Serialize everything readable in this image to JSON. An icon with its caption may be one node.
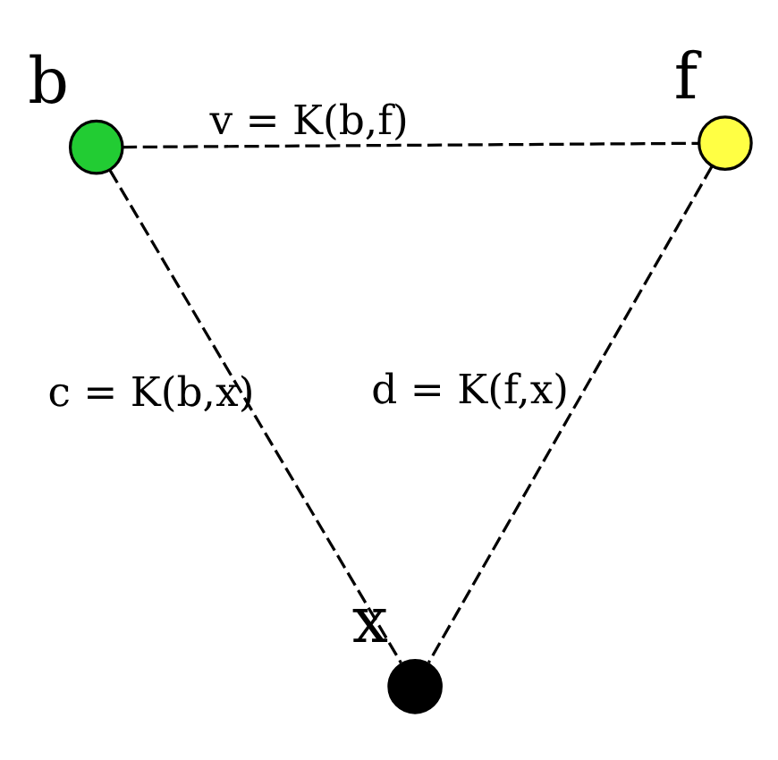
{
  "diagram": {
    "nodes": [
      {
        "text": [],
        "shape": "circle",
        "beside": [
          "b"
        ]
      },
      {
        "text": [],
        "shape": "circle",
        "beside": [
          "f"
        ]
      },
      {
        "text": [],
        "shape": "circle",
        "beside": [
          "x"
        ]
      }
    ],
    "edges": [
      {
        "from": 0,
        "to": 1,
        "arrow": "none",
        "style": "dashed",
        "label": "v = K(b,f)"
      },
      {
        "from": 0,
        "to": 2,
        "arrow": "none",
        "style": "dashed",
        "label": "c = K(b,x)"
      },
      {
        "from": 1,
        "to": 2,
        "arrow": "none",
        "style": "dashed",
        "label": "d = K(f,x)"
      }
    ]
  }
}
